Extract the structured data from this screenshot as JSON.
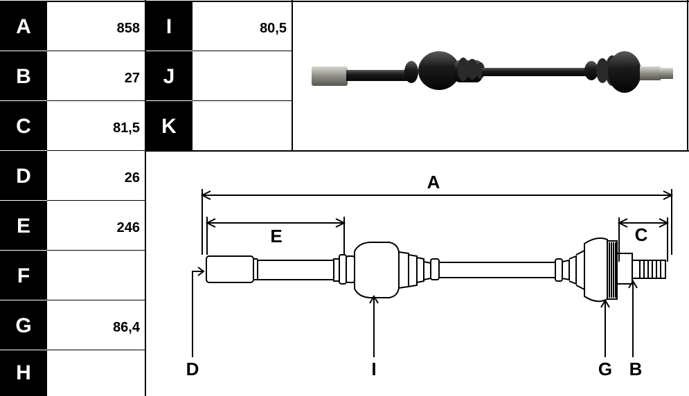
{
  "table": {
    "rows": [
      {
        "key": "A",
        "value": "858"
      },
      {
        "key": "B",
        "value": "27"
      },
      {
        "key": "C",
        "value": "81,5"
      },
      {
        "key": "D",
        "value": "26"
      },
      {
        "key": "E",
        "value": "246"
      },
      {
        "key": "F",
        "value": ""
      },
      {
        "key": "G",
        "value": "86,4"
      },
      {
        "key": "H",
        "value": ""
      }
    ],
    "rows_right": [
      {
        "key": "I",
        "value": "80,5"
      },
      {
        "key": "J",
        "value": ""
      },
      {
        "key": "K",
        "value": ""
      }
    ]
  },
  "diagram": {
    "labels": {
      "A": "A",
      "B": "B",
      "C": "C",
      "D": "D",
      "E": "E",
      "G": "G",
      "I": "I"
    }
  }
}
